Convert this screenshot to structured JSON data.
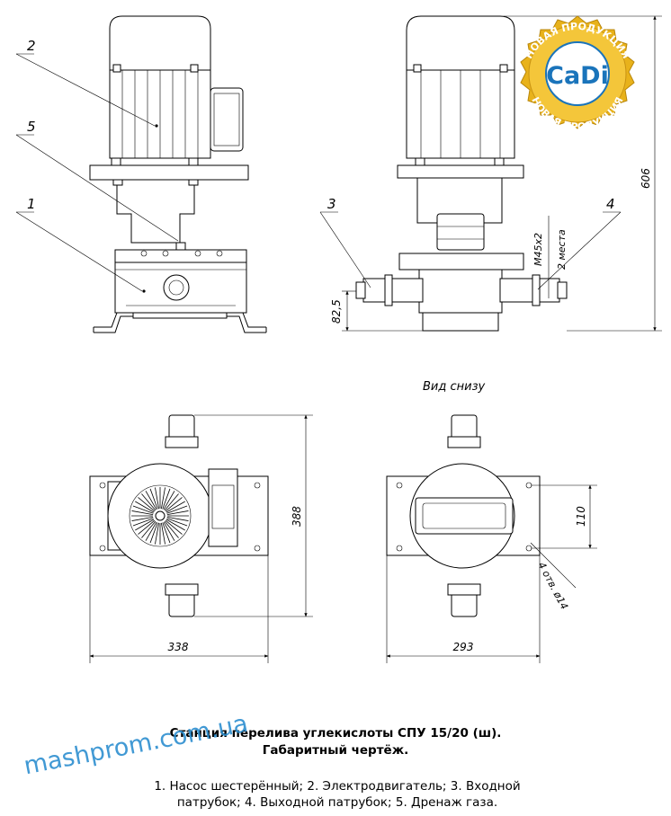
{
  "drawing": {
    "callouts": [
      "1",
      "2",
      "3",
      "4",
      "5"
    ],
    "view_label": "Вид снизу",
    "dimensions": {
      "height_total": "606",
      "height_inlet": "82,5",
      "thread": "M45x2",
      "places": "2 места",
      "width_left": "338",
      "height_plan": "388",
      "width_right": "293",
      "hole_spacing": "110",
      "hole_diameter": "4 отв. ø14"
    }
  },
  "badge": {
    "brand": "CaDi",
    "ring_text": "НОВАЯ ПРОДУКЦИЯ",
    "colors": {
      "gold": "#e8b21b",
      "blue": "#1a74bb"
    }
  },
  "caption": {
    "title_line1": "Станция перелива углекислоты СПУ 15/20 (ш).",
    "title_line2": "Габаритный чертёж.",
    "legend_line1": "1. Насос шестерённый; 2. Электродвигатель; 3. Входной",
    "legend_line2": "патрубок; 4. Выходной патрубок; 5. Дренаж газа."
  },
  "watermark": {
    "text": "mashprom.com.ua",
    "color": "#2d8fd0"
  }
}
